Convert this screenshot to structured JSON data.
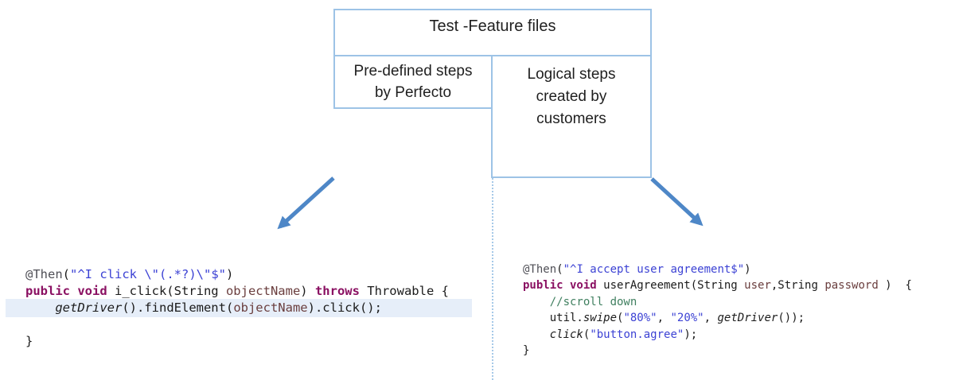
{
  "diagram": {
    "feature_box_label": "Test -Feature files",
    "predefined_box_label": "Pre-defined steps\nby Perfecto",
    "logical_box_label": "Logical steps\ncreated by\ncustomers"
  },
  "colors": {
    "box_border": "#9DC3E6",
    "arrow": "#4E87C7",
    "dotted_divider": "#A6C9E8",
    "highlight_row": "#E6EEF9",
    "annotation": "#4F4F56",
    "keyword": "#8A1062",
    "string": "#3C42D4",
    "parameter": "#6A3E3E",
    "comment": "#3F7F5F",
    "code_text": "#1B1B1B"
  },
  "left_code": {
    "lines": [
      [
        [
          "@Then",
          "ann"
        ],
        [
          "(",
          "plain"
        ],
        [
          "\"^I click \\\"(.*?)\\\"$\"",
          "str"
        ],
        [
          ")",
          "plain"
        ]
      ],
      [
        [
          "public void",
          "kw"
        ],
        [
          " i_click(String ",
          "plain"
        ],
        [
          "objectName",
          "param"
        ],
        [
          ") ",
          "plain"
        ],
        [
          "throws",
          "kw"
        ],
        [
          " Throwable {",
          "plain"
        ]
      ],
      [
        [
          "    ",
          "plain"
        ],
        [
          "getDriver",
          "mi"
        ],
        [
          "().findElement(",
          "plain"
        ],
        [
          "objectName",
          "param"
        ],
        [
          ").click();",
          "plain"
        ]
      ],
      [],
      [
        [
          "}",
          "plain"
        ]
      ]
    ]
  },
  "right_code": {
    "lines": [
      [
        [
          "@Then",
          "ann"
        ],
        [
          "(",
          "plain"
        ],
        [
          "\"^I accept user agreement$\"",
          "str"
        ],
        [
          ")",
          "plain"
        ]
      ],
      [
        [
          "public void",
          "kw"
        ],
        [
          " userAgreement(String ",
          "plain"
        ],
        [
          "user",
          "param"
        ],
        [
          ",String ",
          "plain"
        ],
        [
          "password",
          "param"
        ],
        [
          " )  {",
          "plain"
        ]
      ],
      [
        [
          "    ",
          "plain"
        ],
        [
          "//scroll down",
          "com"
        ]
      ],
      [
        [
          "    util.",
          "plain"
        ],
        [
          "swipe",
          "mi"
        ],
        [
          "(",
          "plain"
        ],
        [
          "\"80%\"",
          "str"
        ],
        [
          ", ",
          "plain"
        ],
        [
          "\"20%\"",
          "str"
        ],
        [
          ", ",
          "plain"
        ],
        [
          "getDriver",
          "mi"
        ],
        [
          "());",
          "plain"
        ]
      ],
      [
        [
          "    ",
          "plain"
        ],
        [
          "click",
          "mi"
        ],
        [
          "(",
          "plain"
        ],
        [
          "\"button.agree\"",
          "str"
        ],
        [
          ");",
          "plain"
        ]
      ],
      [
        [
          "}",
          "plain"
        ]
      ]
    ]
  }
}
